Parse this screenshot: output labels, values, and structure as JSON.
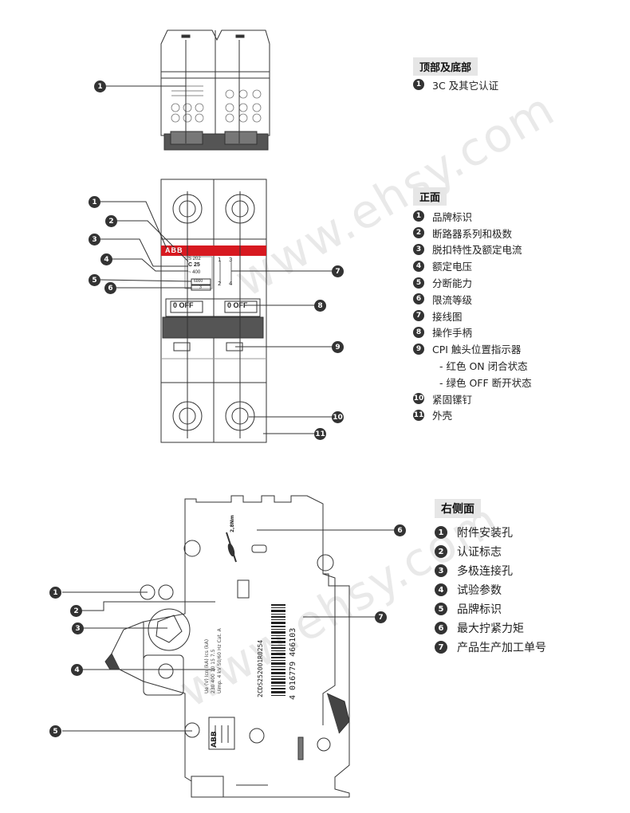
{
  "watermark": "www.ehsy.com",
  "sections": {
    "top_bottom": {
      "title": "顶部及底部",
      "items": [
        {
          "num": "1",
          "label": "3C 及其它认证"
        }
      ]
    },
    "front": {
      "title": "正面",
      "items": [
        {
          "num": "1",
          "label": "品牌标识"
        },
        {
          "num": "2",
          "label": "断路器系列和极数"
        },
        {
          "num": "3",
          "label": "脱扣特性及额定电流"
        },
        {
          "num": "4",
          "label": "额定电压"
        },
        {
          "num": "5",
          "label": "分断能力"
        },
        {
          "num": "6",
          "label": "限流等级"
        },
        {
          "num": "7",
          "label": "接线图"
        },
        {
          "num": "8",
          "label": "操作手柄"
        },
        {
          "num": "9",
          "label": "CPI 触头位置指示器"
        },
        {
          "num": "",
          "label": "- 红色 ON 闭合状态"
        },
        {
          "num": "",
          "label": "- 绿色 OFF 断开状态"
        },
        {
          "num": "10",
          "label": "紧固镙钉"
        },
        {
          "num": "11",
          "label": "外壳"
        }
      ]
    },
    "right_side": {
      "title": "右侧面",
      "items": [
        {
          "num": "1",
          "label": "附件安装孔"
        },
        {
          "num": "2",
          "label": "认证标志"
        },
        {
          "num": "3",
          "label": "多极连接孔"
        },
        {
          "num": "4",
          "label": "试验参数"
        },
        {
          "num": "5",
          "label": "品牌标识"
        },
        {
          "num": "6",
          "label": "最大拧紧力矩"
        },
        {
          "num": "7",
          "label": "产品生产加工单号"
        }
      ]
    }
  },
  "device": {
    "brand": "ABB",
    "series": "S 202",
    "rating": "C 25",
    "voltage": "~ 400",
    "breaking": "6000",
    "class": "3",
    "handle_text": "0 OFF",
    "terminal_top": [
      "1",
      "3"
    ],
    "terminal_bottom": [
      "2",
      "4"
    ],
    "torque": "2,8Nm",
    "barcode_code": "2CDS252001R0254",
    "barcode_number": "4 016779 466103",
    "side_labels": [
      "Ue (V)",
      "Icn (kA)",
      "Ics (kA)",
      "230",
      "400",
      "10",
      "15",
      "7.5",
      "Uimp.",
      "4 kV",
      "50/60 Hz",
      "Cat. A"
    ]
  },
  "colors": {
    "brand_red": "#d71920",
    "dark": "#333333",
    "label_bg": "#e6e6e6"
  }
}
